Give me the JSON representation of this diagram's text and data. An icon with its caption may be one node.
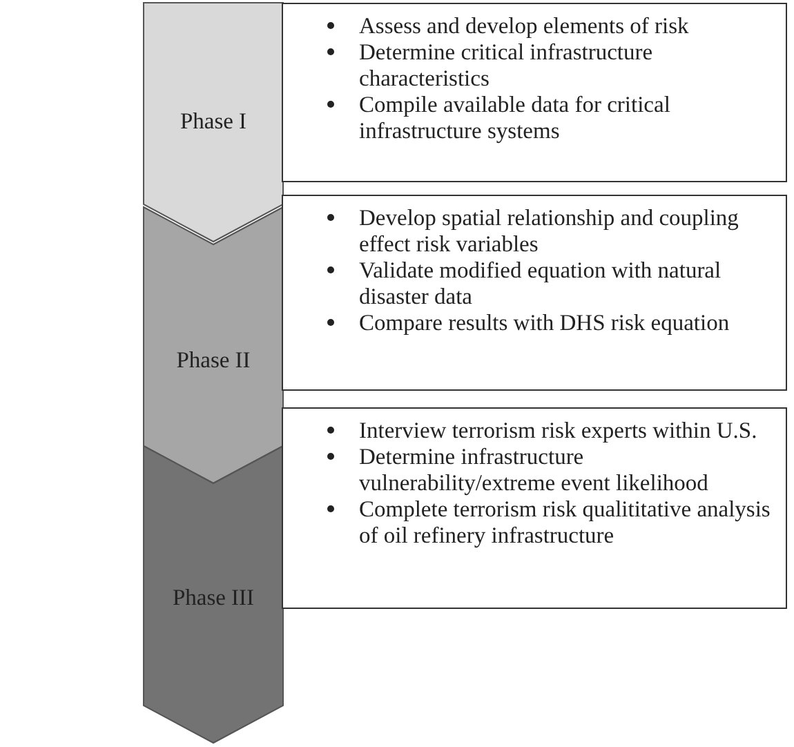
{
  "diagram": {
    "nodes": [
      {
        "text": [
          "Phase I"
        ]
      },
      {
        "text": [
          "Assess and develop elements of risk",
          "Determine critical infrastructure characteristics",
          "Compile available data for critical infrastructure systems"
        ]
      },
      {
        "text": [
          "Phase II"
        ]
      },
      {
        "text": [
          "Develop spatial relationship and coupling effect risk variables",
          "Validate modified equation with natural disaster data",
          "Compare results with DHS risk equation"
        ]
      },
      {
        "text": [
          "Phase III"
        ]
      },
      {
        "text": [
          "Interview terrorism risk experts within U.S.",
          "Determine infrastructure vulnerability/extreme event likelihood",
          "Complete terrorism risk qualititative analysis of oil refinery infrastructure"
        ]
      }
    ]
  }
}
